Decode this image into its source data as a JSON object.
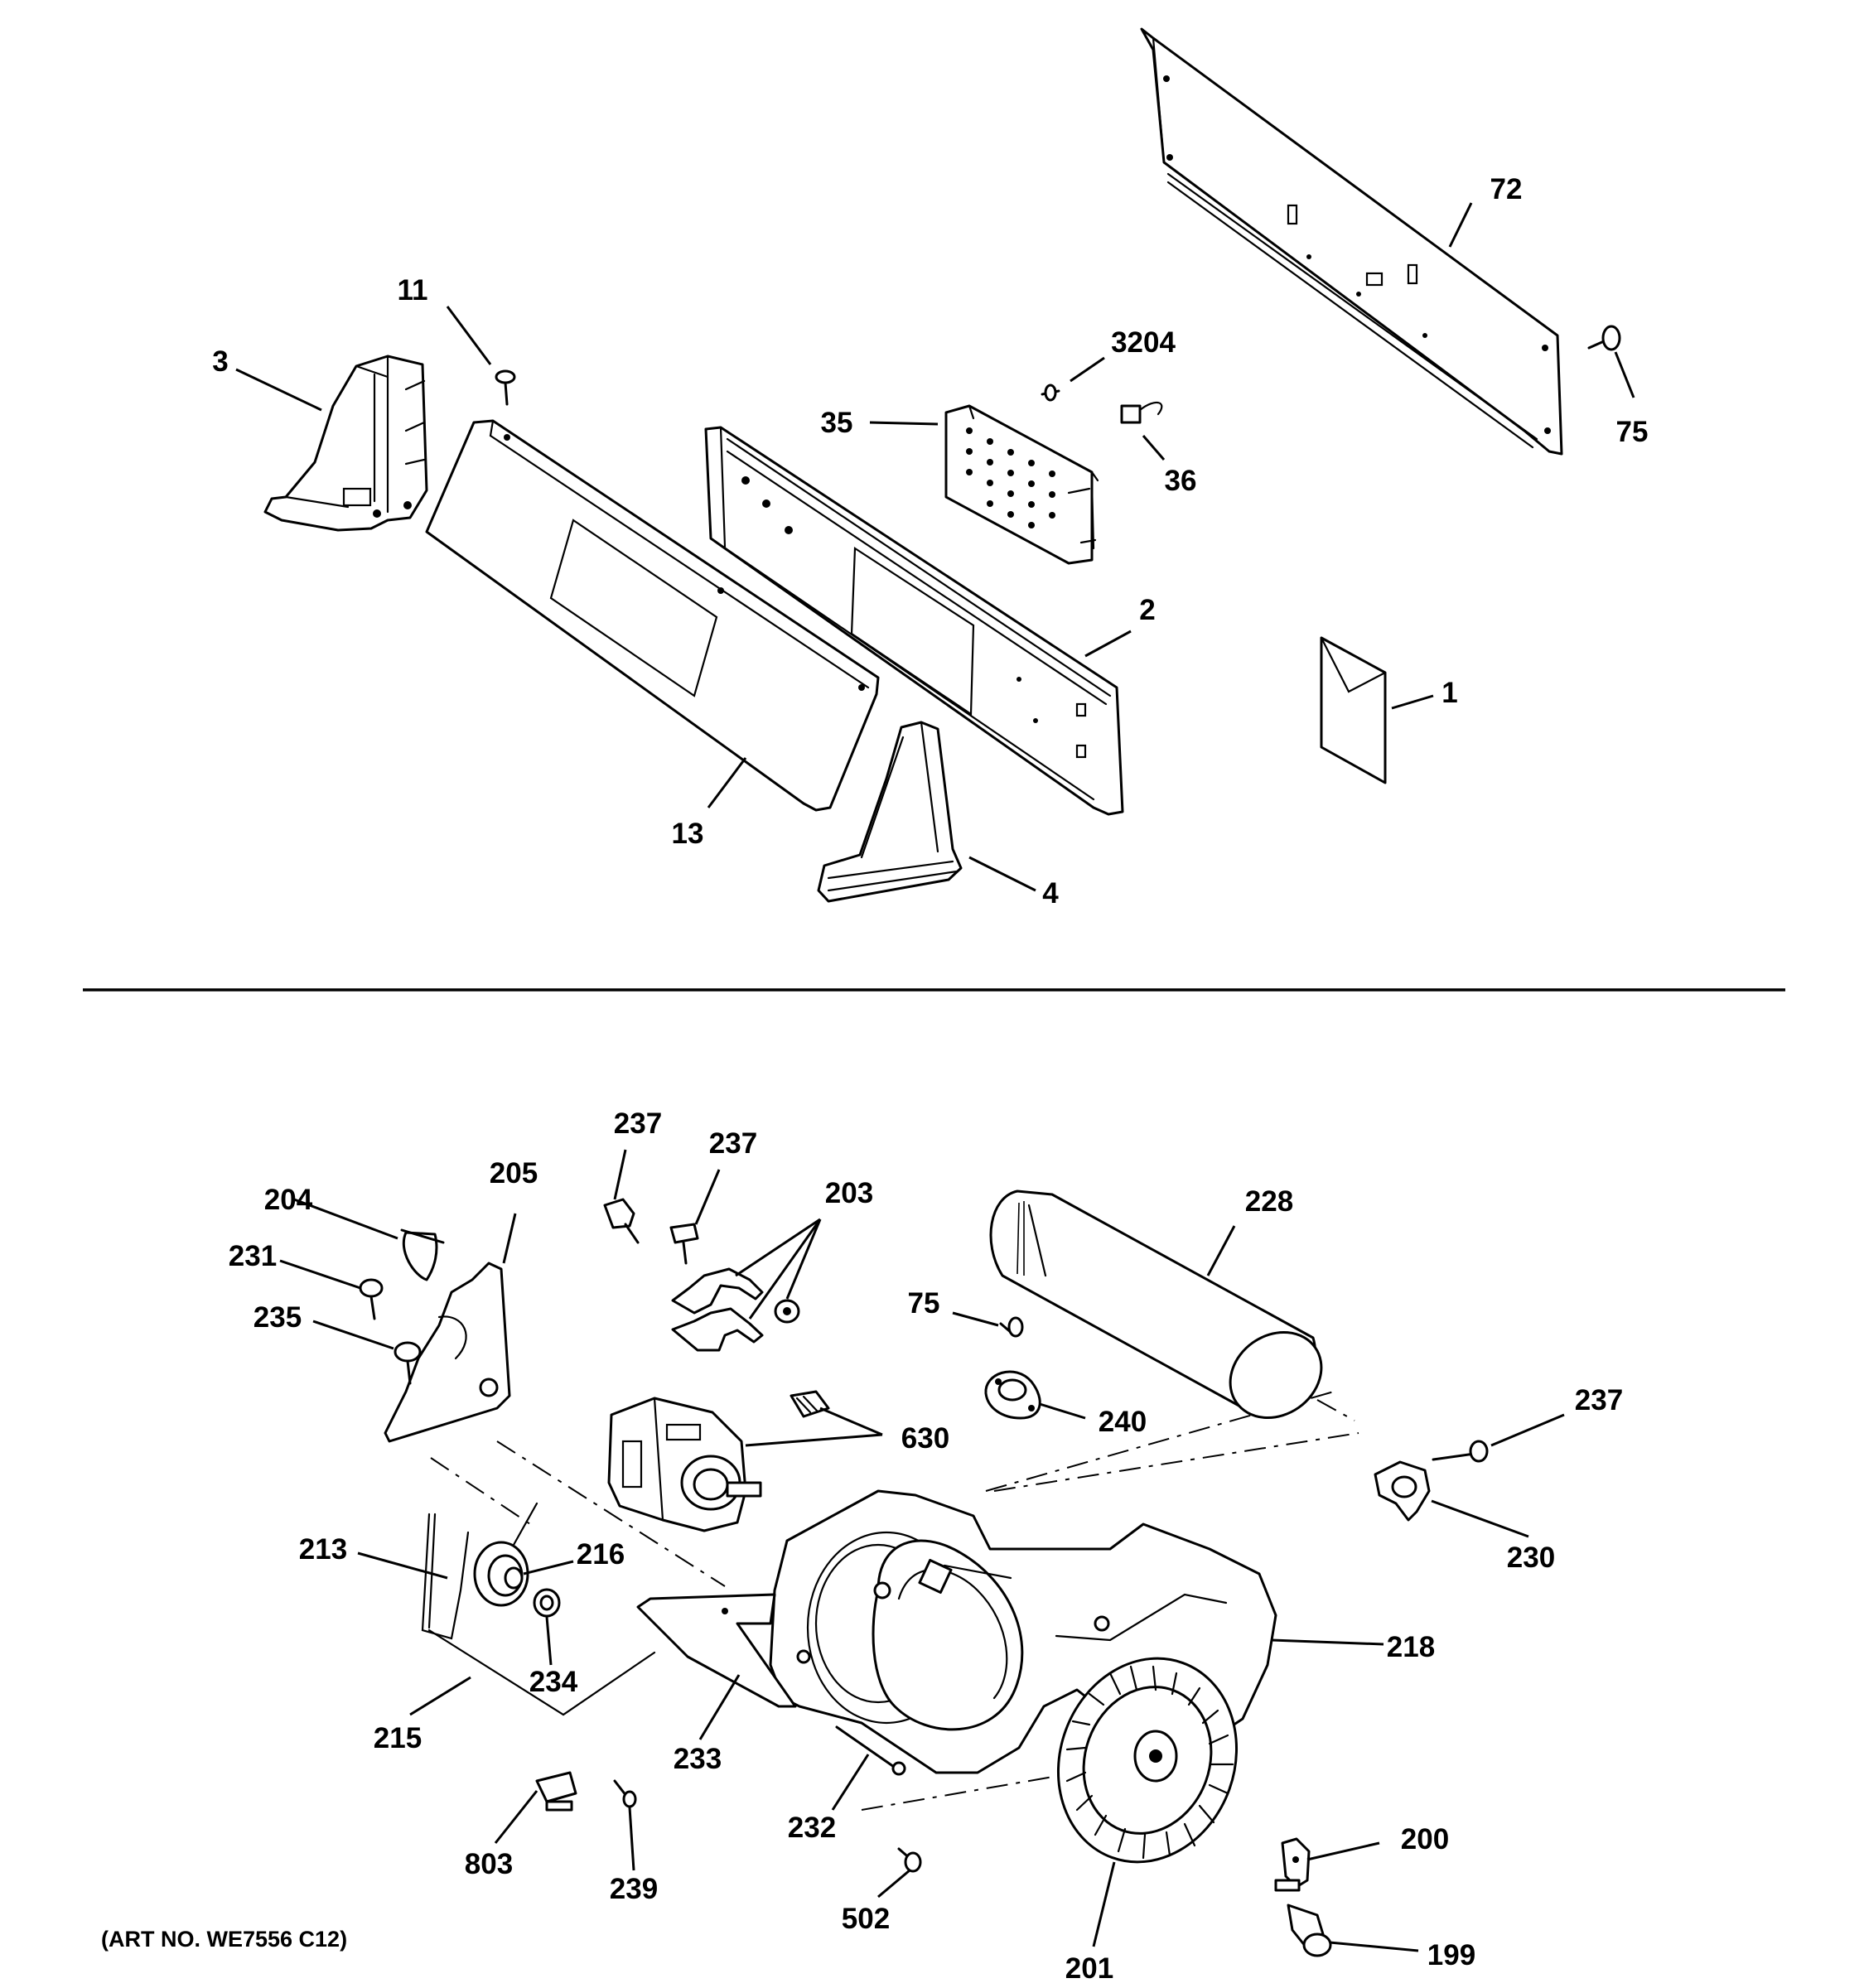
{
  "callouts": {
    "c72": "72",
    "c75a": "75",
    "c3204": "3204",
    "c36": "36",
    "c35": "35",
    "c11": "11",
    "c3": "3",
    "c2": "2",
    "c1": "1",
    "c13": "13",
    "c4": "4",
    "c237a": "237",
    "c237b": "237",
    "c203": "203",
    "c228": "228",
    "c204": "204",
    "c205": "205",
    "c231": "231",
    "c235": "235",
    "c75b": "75",
    "c240": "240",
    "c630": "630",
    "c237c": "237",
    "c230": "230",
    "c213": "213",
    "c216": "216",
    "c234": "234",
    "c218": "218",
    "c215": "215",
    "c233": "233",
    "c232": "232",
    "c200": "200",
    "c803": "803",
    "c239": "239",
    "c502": "502",
    "c201": "201",
    "c199": "199"
  },
  "art_number": "(ART NO. WE7556 C12)"
}
